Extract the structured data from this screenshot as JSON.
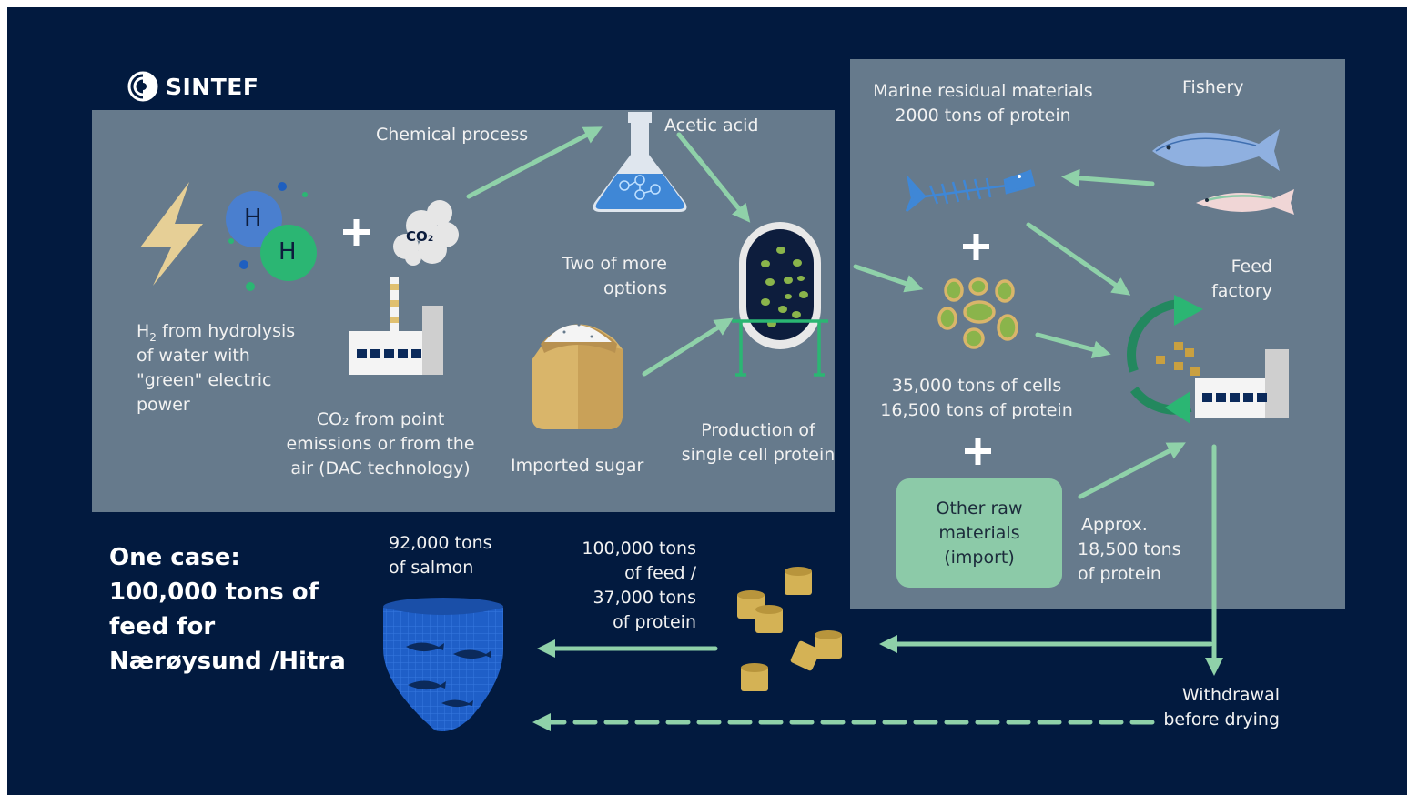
{
  "brand": {
    "name": "SINTEF"
  },
  "left_panel": {
    "chemical_process": "Chemical process",
    "acetic_acid": "Acetic acid",
    "two_options_line1": "Two of more",
    "two_options_line2": "options",
    "h2_line1": "H",
    "h2_sub": "2",
    "h2_line1_rest": " from hydrolysis",
    "h2_line2": "of water with",
    "h2_line3": "\"green\" electric",
    "h2_line4": "power",
    "co2_line1": "CO₂ from point",
    "co2_line2": "emissions or from the",
    "co2_line3": "air (DAC technology)",
    "sugar": "Imported sugar",
    "production_line1": "Production of",
    "production_line2": "single cell protein",
    "h_letter": "H",
    "co2_cloud": "CO₂"
  },
  "right_panel": {
    "marine_line1": "Marine residual materials",
    "marine_line2": "2000 tons of protein",
    "fishery": "Fishery",
    "feed_line1": "Feed",
    "feed_line2": "factory",
    "cells_line1": "35,000 tons of cells",
    "cells_line2": "16,500 tons of protein",
    "raw_line1": "Other raw",
    "raw_line2": "materials",
    "raw_line3": "(import)",
    "approx_line1": "Approx.",
    "approx_line2": "18,500 tons",
    "approx_line3": "of protein"
  },
  "bottom": {
    "case_line1": "One case:",
    "case_line2": "100,000 tons of",
    "case_line3": "feed for",
    "case_line4": "Nærøysund /Hitra",
    "salmon_line1": "92,000 tons",
    "salmon_line2": "of salmon",
    "feed_line1": "100,000 tons",
    "feed_line2": "of feed /",
    "feed_line3": "37,000 tons",
    "feed_line4": "of protein",
    "withdrawal_line1": "Withdrawal",
    "withdrawal_line2": "before drying"
  },
  "colors": {
    "background": "#021a3f",
    "panel": "#667a8c",
    "arrow": "#8fd1a9",
    "raw_box": "#8ccaa8",
    "text": "#f2f2f2"
  }
}
